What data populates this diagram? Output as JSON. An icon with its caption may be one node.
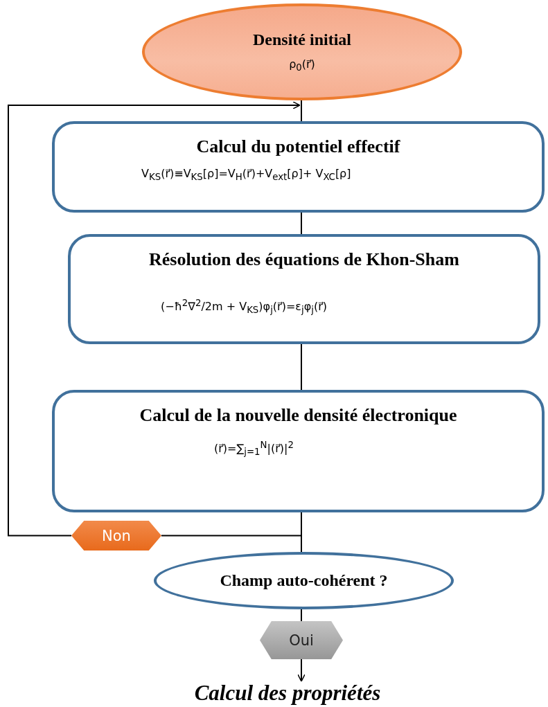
{
  "diagram": {
    "nodes": [
      {
        "text": [
          "Densité initial",
          "ρ$_{0}$(r⃗)"
        ]
      },
      {
        "text": [
          "Calcul du potentiel effectif",
          "V$_{KS}$(r⃗)≡V$_{KS}$[ρ]=V$_{H}$(r⃗)+V$_{ext}$[ρ]+ V$_{XC}$[ρ]"
        ]
      },
      {
        "text": [
          "Résolution des équations de Khon-Sham",
          "(−ħ$^{2}$∇$^{2}$/2m + V$_{KS}$)φ$_{j}$(r⃗)=ε$_{j}$φ$_{j}$(r⃗)"
        ]
      },
      {
        "text": [
          "Calcul de la nouvelle densité électronique",
          "(r⃗)=∑$_{j=1}$$^{N}$|(r⃗)|$^{2}$"
        ]
      },
      {
        "text": [
          "Non"
        ]
      },
      {
        "text": [
          "Champ auto-cohérent ?"
        ]
      },
      {
        "text": [
          "Oui"
        ]
      },
      {
        "text": [
          "Calcul des propriétés"
        ]
      }
    ],
    "edges": [
      {
        "from": 0,
        "to": 1,
        "arrow": "none"
      },
      {
        "from": 1,
        "to": 2,
        "arrow": "none"
      },
      {
        "from": 2,
        "to": 3,
        "arrow": "none"
      },
      {
        "from": 3,
        "to": 5,
        "arrow": "none"
      },
      {
        "from": 5,
        "to": 4,
        "arrow": "none"
      },
      {
        "from": 4,
        "to": 1,
        "arrow": "to"
      },
      {
        "from": 5,
        "to": 6,
        "arrow": "none"
      },
      {
        "from": 6,
        "to": 7,
        "arrow": "to"
      }
    ]
  }
}
